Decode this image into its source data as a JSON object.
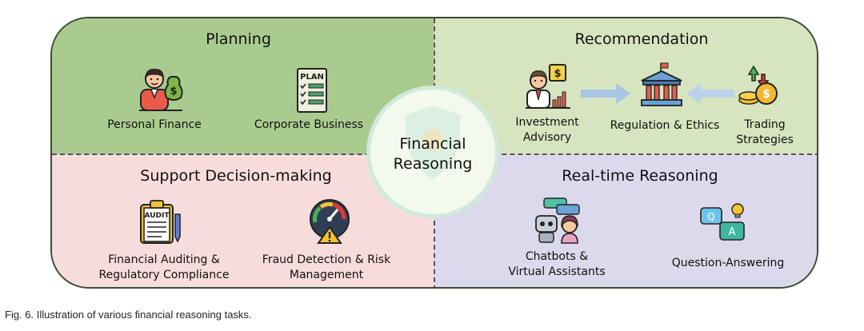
{
  "center": {
    "line1": "Financial",
    "line2": "Reasoning"
  },
  "planning": {
    "title": "Planning",
    "items": [
      "Personal Finance",
      "Corporate Business"
    ],
    "plan_text": "PLAN"
  },
  "recommendation": {
    "title": "Recommendation",
    "items": [
      {
        "line1": "Investment",
        "line2": "Advisory"
      },
      {
        "line1": "Regulation & Ethics",
        "line2": ""
      },
      {
        "line1": "Trading",
        "line2": "Strategies"
      }
    ]
  },
  "support": {
    "title": "Support Decision-making",
    "audit_text": "AUDIT",
    "items": [
      {
        "line1": "Financial Auditing &",
        "line2": "Regulatory Compliance"
      },
      {
        "line1": "Fraud Detection & Risk",
        "line2": "Management"
      }
    ]
  },
  "realtime": {
    "title": "Real-time Reasoning",
    "items": [
      {
        "line1": "Chatbots &",
        "line2": "Virtual Assistants"
      },
      {
        "line1": "Question-Answering",
        "line2": ""
      }
    ],
    "qa_q": "Q",
    "qa_a": "A"
  },
  "caption": "Fig. 6. Illustration of various financial reasoning tasks."
}
